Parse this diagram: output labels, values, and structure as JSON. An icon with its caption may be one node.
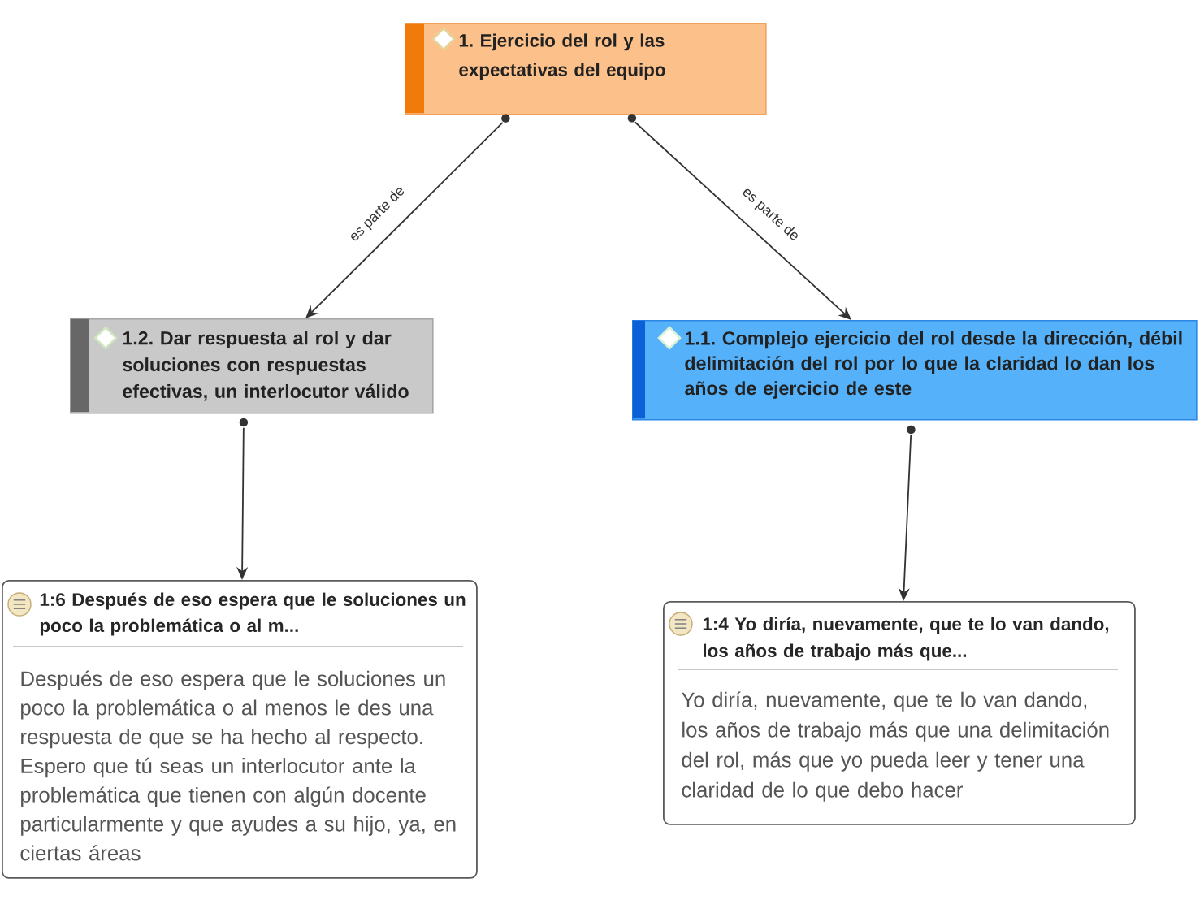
{
  "diagram": {
    "nodes": [
      {
        "text": [
          "1. Ejercicio del rol y las expectativas del equipo"
        ]
      },
      {
        "text": [
          "1.2. Dar respuesta al rol y dar soluciones con respuestas efectivas, un interlocutor válido"
        ]
      },
      {
        "text": [
          "1.1. Complejo ejercicio del rol desde la dirección, débil delimitación del rol por lo que la claridad lo dan los años de ejercicio de este"
        ]
      },
      {
        "text": [
          "1:6 Después de eso espera que le soluciones un poco la problemática o al m...",
          "Después de eso espera que le soluciones un poco la problemática o al menos le des una respuesta de que se ha hecho al respecto. Espero que tú seas un interlocutor ante la problemática que tienen con algún docente particularmente y que ayudes a su hijo, ya, en ciertas áreas"
        ]
      },
      {
        "text": [
          "1:4 Yo diría, nuevamente, que te lo van dando, los años de trabajo más que...",
          "Yo diría, nuevamente, que te lo van dando, los años de trabajo más que una delimitación del rol, más que yo pueda leer y tener una claridad de lo que debo hacer"
        ]
      }
    ],
    "edges": [
      {
        "from": 0,
        "to": 1,
        "arrow": "to",
        "label": "es parte de"
      },
      {
        "from": 0,
        "to": 2,
        "arrow": "to",
        "label": "es parte de"
      },
      {
        "from": 1,
        "to": 3,
        "arrow": "to"
      },
      {
        "from": 2,
        "to": 4,
        "arrow": "to"
      }
    ]
  }
}
